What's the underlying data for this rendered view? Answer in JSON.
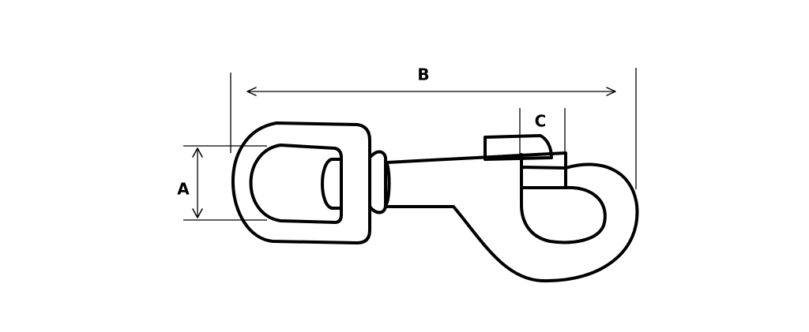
{
  "dimensions": {
    "a": {
      "label": "A"
    },
    "b": {
      "label": "B"
    },
    "c": {
      "label": "C"
    }
  }
}
